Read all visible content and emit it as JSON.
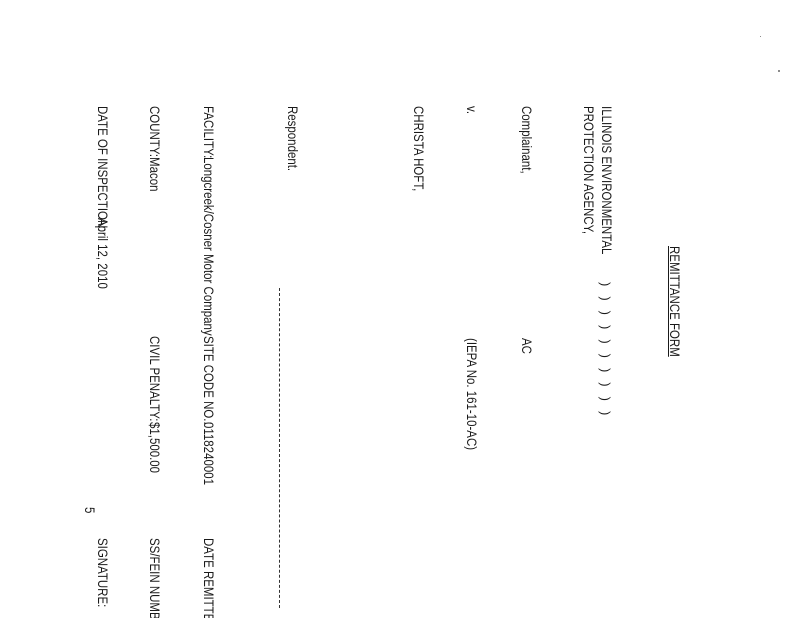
{
  "form": {
    "title": "REMITTANCE FORM",
    "agency_line1": "ILLINOIS ENVIRONMENTAL",
    "agency_line2": "PROTECTION AGENCY,",
    "complainant": "Complainant,",
    "versus": "v.",
    "respondent_name": "CHRISTA HOFT,",
    "respondent": "Respondent.",
    "ac_label": "AC",
    "case_number": "(IEPA No. 161-10-AC)",
    "paren_column": "))))))))))",
    "page_number": "5"
  },
  "details": {
    "facility_label": "FACILITY:",
    "facility_value": "Longcreek/Cosner Motor Company",
    "county_label": "COUNTY:",
    "county_value": "Macon",
    "inspection_label": "DATE OF INSPECTION:",
    "inspection_value": "April 12, 2010",
    "site_code_label": "SITE CODE NO.:",
    "site_code_value": "0118240001",
    "penalty_label": "CIVIL PENALTY:",
    "penalty_value": "$1,500.00",
    "remitted_label": "DATE REMITTED:",
    "ssn_label": "SS/FEIN NUMBER:",
    "signature_label": "SIGNATURE:"
  }
}
